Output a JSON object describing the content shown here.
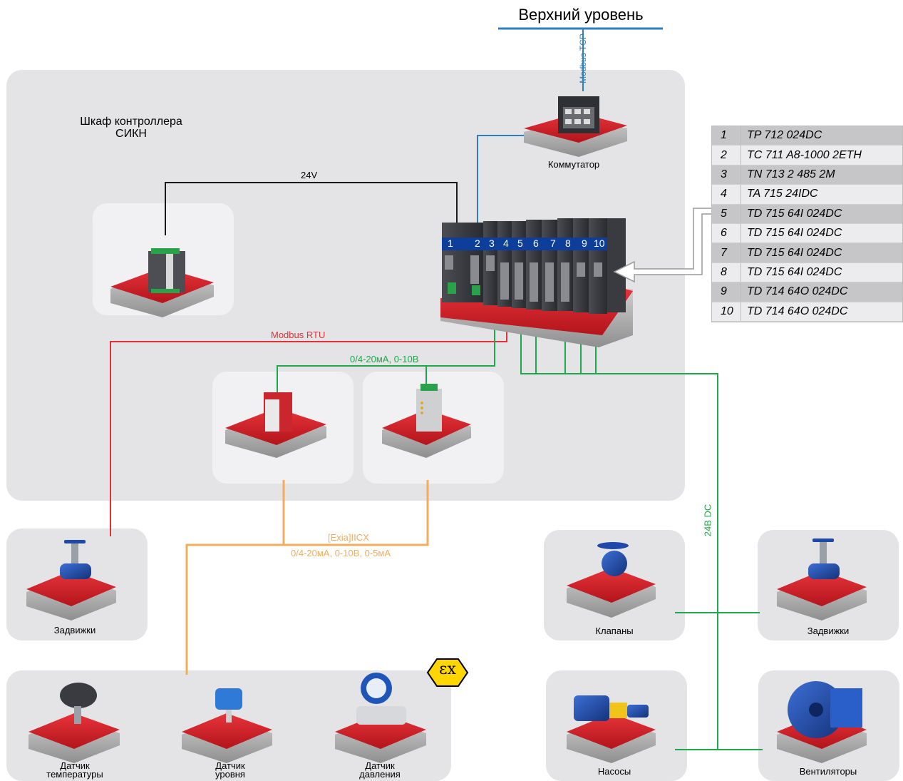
{
  "top_level": {
    "title": "Верхний уровень",
    "protocol": "Modbus TCP"
  },
  "cabinet": {
    "title_line1": "Шкаф контроллера",
    "title_line2": "СИКН"
  },
  "switch": {
    "label": "Коммутатор"
  },
  "wires": {
    "power": "24V",
    "modbus_rtu": "Modbus RTU",
    "analog_internal": "0/4-20мА, 0-10В",
    "ex_protection": "[Exia]IICX",
    "analog_field": "0/4-20мА, 0-10В, 0-5мА",
    "dc_24": "24В DC"
  },
  "controller": {
    "slots": [
      "1",
      "2",
      "3",
      "4",
      "5",
      "6",
      "7",
      "8",
      "9",
      "10"
    ]
  },
  "modules": [
    {
      "num": "1",
      "name": "TP 712 024DC"
    },
    {
      "num": "2",
      "name": "TC 711 A8-1000 2ETH"
    },
    {
      "num": "3",
      "name": "TN 713 2 485 2M"
    },
    {
      "num": "4",
      "name": "TA 715 24IDC"
    },
    {
      "num": "5",
      "name": "TD 715 64I 024DC"
    },
    {
      "num": "6",
      "name": "TD 715 64I 024DC"
    },
    {
      "num": "7",
      "name": "TD 715 64I 024DC"
    },
    {
      "num": "8",
      "name": "TD 715 64I 024DC"
    },
    {
      "num": "9",
      "name": "TD 714 64O 024DC"
    },
    {
      "num": "10",
      "name": "TD 714 64O 024DC"
    }
  ],
  "devices": {
    "gate_valves_left": "Задвижки",
    "valves": "Клапаны",
    "gate_valves_right": "Задвижки",
    "pumps": "Насосы",
    "fans": "Вентиляторы",
    "temp_sensor_1": "Датчик",
    "temp_sensor_2": "температуры",
    "level_sensor_1": "Датчик",
    "level_sensor_2": "уровня",
    "pressure_sensor_1": "Датчик",
    "pressure_sensor_2": "давления"
  },
  "ex_badge": "εx",
  "colors": {
    "panel": "#e4e4e6",
    "base_red": "#d71f26",
    "modbus_tcp": "#2f7fbf",
    "modbus_rtu": "#e0313a",
    "analog": "#1ea84a",
    "ex_line": "#f0ad5e",
    "ex_badge": "#ffd600"
  }
}
